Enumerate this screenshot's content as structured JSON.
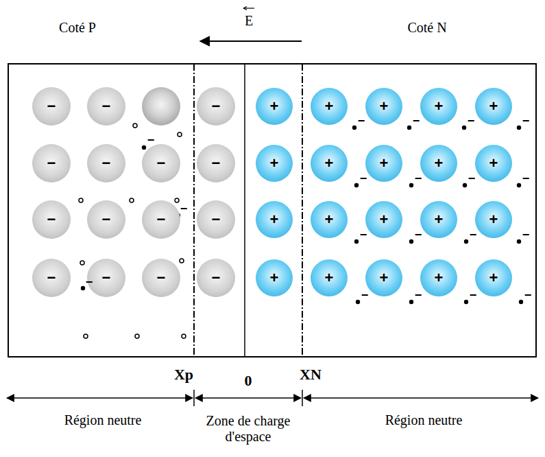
{
  "diagram": {
    "nodes": [
      {
        "text": [
          "−"
        ]
      },
      {
        "text": [
          "−"
        ]
      },
      {
        "text": [
          "−"
        ]
      },
      {
        "text": [
          "+"
        ]
      },
      {
        "text": [
          "+"
        ]
      },
      {
        "text": [
          "+"
        ]
      },
      {
        "text": [
          "+"
        ]
      },
      {
        "text": [
          "+"
        ]
      },
      {
        "text": [
          "−"
        ]
      },
      {
        "text": [
          "−"
        ]
      },
      {
        "text": [
          "−"
        ]
      },
      {
        "text": [
          "−"
        ]
      },
      {
        "text": [
          "+"
        ]
      },
      {
        "text": [
          "+"
        ]
      },
      {
        "text": [
          "+"
        ]
      },
      {
        "text": [
          "+"
        ]
      },
      {
        "text": [
          "+"
        ]
      },
      {
        "text": [
          "−"
        ]
      },
      {
        "text": [
          "−"
        ]
      },
      {
        "text": [
          "−"
        ]
      },
      {
        "text": [
          "−"
        ]
      },
      {
        "text": [
          "+"
        ]
      },
      {
        "text": [
          "+"
        ]
      },
      {
        "text": [
          "+"
        ]
      },
      {
        "text": [
          "+"
        ]
      },
      {
        "text": [
          "+"
        ]
      },
      {
        "text": [
          "−"
        ]
      },
      {
        "text": [
          "−"
        ]
      },
      {
        "text": [
          "−"
        ]
      },
      {
        "text": [
          "−"
        ]
      },
      {
        "text": [
          "+"
        ]
      },
      {
        "text": [
          "+"
        ]
      },
      {
        "text": [
          "+"
        ]
      },
      {
        "text": [
          "+"
        ]
      },
      {
        "text": [
          "+"
        ]
      }
    ],
    "labels": [
      "Coté P",
      "E",
      "Coté N",
      "−",
      "−",
      "−",
      "−",
      "−",
      "−",
      "−",
      "−",
      "−",
      "−",
      "−",
      "−",
      "−",
      "−",
      "−",
      "−",
      "−",
      "−",
      "−",
      "Xp",
      "0",
      "XN",
      "Région neutre",
      "Zone de charge d'espace",
      "Région neutre"
    ]
  }
}
